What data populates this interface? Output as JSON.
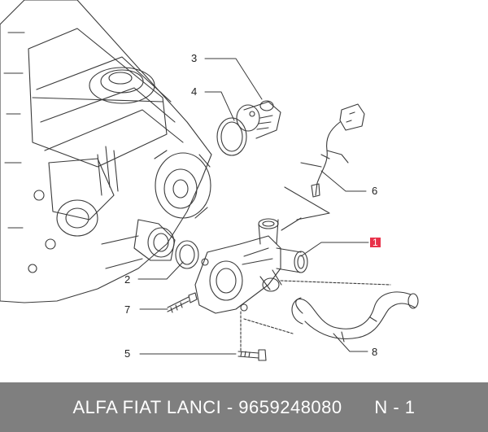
{
  "callouts": {
    "c1": "1",
    "c2": "2",
    "c3": "3",
    "c4": "4",
    "c5": "5",
    "c6": "6",
    "c7": "7",
    "c8": "8"
  },
  "footer": {
    "brand": "ALFA FIAT LANCI",
    "separator": " - ",
    "part_number": "9659248080",
    "position": "N - 1"
  },
  "colors": {
    "line": "#3a3a3a",
    "highlight": "#e8324a",
    "footer_bg": "#7f7f7f"
  }
}
